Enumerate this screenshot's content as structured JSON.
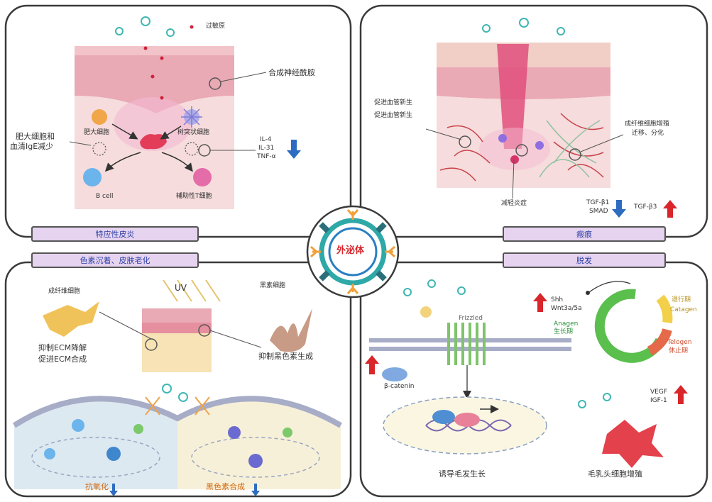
{
  "center": {
    "label": "外泌体"
  },
  "panels": {
    "atopic": {
      "bar_label": "特应性皮炎",
      "top_label": "过敏原",
      "right_label": "合成神经酰胺",
      "left_label_1": "肥大细胞和",
      "left_label_2": "血清IgE减少",
      "cell_mast": "肥大细胞",
      "cell_dendritic": "树突状细胞",
      "cell_b": "B cell",
      "cell_th": "辅助性T细胞",
      "cytokines": [
        "IL-4",
        "IL-31",
        "TNF-α"
      ]
    },
    "scar": {
      "bar_label": "瘢痕",
      "left_label_1": "促进血管新生",
      "left_label_2": "促进血管新生",
      "right_label_1": "成纤维细胞增殖",
      "right_label_2": "迁移、分化",
      "bottom_label": "减轻炎症",
      "markers_down": [
        "TGF-β1",
        "SMAD"
      ],
      "marker_up": "TGF-β3"
    },
    "pigment": {
      "bar_label": "色素沉着、皮肤老化",
      "uv_label": "UV",
      "fibroblast": "成纤维细胞",
      "melanocyte": "黑素细胞",
      "ecm_1": "抑制ECM降解",
      "ecm_2": "促进ECM合成",
      "melanin_label": "抑制黑色素生成",
      "antiox": "抗氧化",
      "melanin_syn": "黑色素合成"
    },
    "hair": {
      "bar_label": "脱发",
      "frizzled": "Frizzled",
      "beta_catenin": "β-catenin",
      "anagen": "Anagen",
      "anagen_cn": "生长期",
      "catagen": "Catagen",
      "catagen_cn": "退行期",
      "telogen": "Telogen",
      "telogen_cn": "休止期",
      "shh": "Shh",
      "wnt": "Wnt3a/5a",
      "vegf": "VEGF",
      "igf": "IGF-1",
      "hair_growth": "诱导毛发生长",
      "papilla": "毛乳头细胞增殖"
    }
  },
  "colors": {
    "frame": "#3a3a3a",
    "bar_fill": "#e6d3ef",
    "skin_top": "#e9a9b5",
    "skin_mid": "#f4d1d3",
    "membrane": "#a7adc7",
    "up_arrow": "#d8262b",
    "down_arrow": "#2d6cc0"
  }
}
